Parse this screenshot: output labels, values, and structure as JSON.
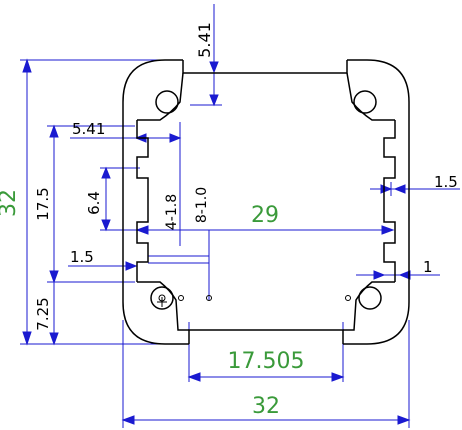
{
  "colors": {
    "outline": "#000000",
    "dimension_line": "#1a1ad0",
    "dimension_text_major": "#3a9a3a",
    "dimension_text_minor": "#000000"
  },
  "dimensions": {
    "width_bottom": "32",
    "height_left": "32",
    "inner_width": "29",
    "slot_width": "17.505",
    "inner_height": "17.5",
    "top_slot_depth": "5.41",
    "left_slot_depth": "5.41",
    "fin_pitch": "6.4",
    "side_gap": "1.5",
    "left_gap": "1.5",
    "bottom_offset": "7.25",
    "wall": "1",
    "hole_dia_small": "4-1.8",
    "hole_dia_large": "8-1.0"
  }
}
